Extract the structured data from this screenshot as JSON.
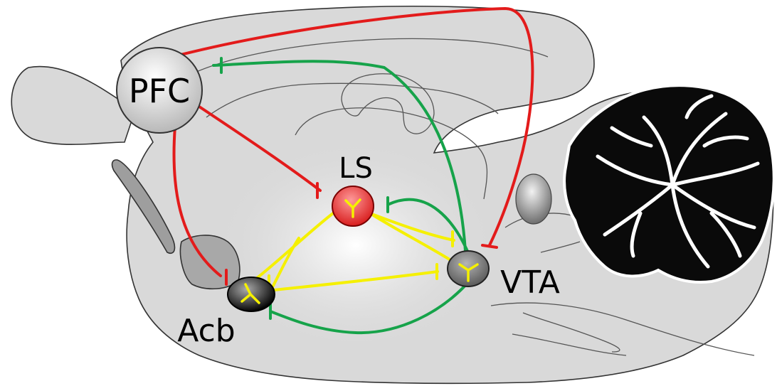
{
  "regions": {
    "pfc": {
      "label": "PFC"
    },
    "ls": {
      "label": "LS"
    },
    "vta": {
      "label": "VTA"
    },
    "acb": {
      "label": "Acb"
    }
  },
  "colors": {
    "red_pathway": "#e31b1b",
    "green_pathway": "#16a34a",
    "yellow_pathway": "#f5f000",
    "ls_node": "#e53935",
    "brain_fill": "#d9d9d9",
    "cerebellum": "#0a0a0a"
  }
}
